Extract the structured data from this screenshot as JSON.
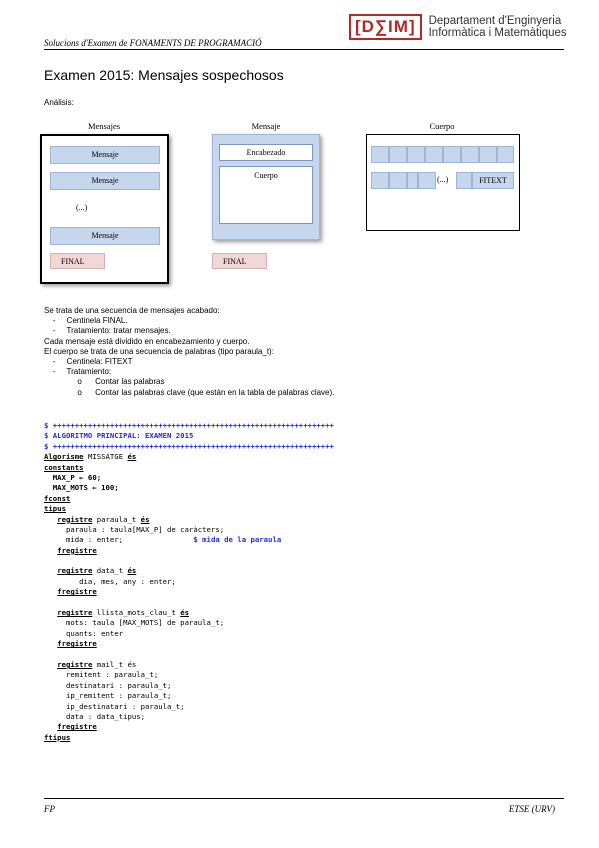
{
  "header": {
    "left_text": "Solucions d'Examen de FONAMENTS DE PROGRAMACIÓ",
    "logo_mark": "[D∑IM]",
    "logo_line1": "Departament d'Enginyeria",
    "logo_line2": "Informàtica i Matemàtiques"
  },
  "title": "Examen 2015: Mensajes sospechosos",
  "analisis_label": "Análisis:",
  "diagram": {
    "mensajes": {
      "label": "Mensajes",
      "items": [
        "Mensaje",
        "Mensaje",
        "(...)",
        "Mensaje"
      ],
      "final": "FINAL"
    },
    "mensaje": {
      "label": "Mensaje",
      "header": "Encabezado",
      "body": "Cuerpo",
      "final": "FINAL"
    },
    "cuerpo": {
      "label": "Cuerpo",
      "ellipsis": "(...)",
      "fitext": "FITEXT"
    }
  },
  "analysis_text": [
    "Se trata de una secuencia de mensajes acabado:",
    "    -     Centinela FINAL.",
    "    -     Tratamiento: tratar mensajes.",
    "Cada mensaje está dividido en encabezamiento y cuerpo.",
    "El cuerpo se trata de una secuencia de palabras (tipo paraula_t):",
    "    -     Centinela: FITEXT",
    "    -     Tratamiento:",
    "               o      Contar las palabras",
    "               o      Contar las palabras clave (que están en la tabla de palabras clave)."
  ],
  "code": {
    "sep1": "$ ++++++++++++++++++++++++++++++++++++++++++++++++++++++++++++++++",
    "banner": "$ ALGORITMO PRINCIPAL: EXAMEN 2015",
    "sep2": "$ ++++++++++++++++++++++++++++++++++++++++++++++++++++++++++++++++",
    "alg_kw": "Algorisme",
    "alg_name": " MISSATGE ",
    "alg_es": "és",
    "constants": "constants",
    "maxp": "  MAX_P ← 60;",
    "maxmots": "  MAX_MOTS ← 100;",
    "fconst": "fconst",
    "tipus": "tipus",
    "reg1_kw": "registre",
    "reg1_name": " paraula_t ",
    "reg1_es": "és",
    "reg1_f1": "     paraula : taula[MAX_P] de caràcters;",
    "reg1_f2": "     mida : enter;",
    "reg1_f2_cm": "$ mida de la paraula",
    "freg": "fregistre",
    "reg2_kw": "registre",
    "reg2_name": " data_t ",
    "reg2_es": "és",
    "reg2_f1": "        dia, mes, any : enter;",
    "reg3_kw": "registre",
    "reg3_name": " llista_mots_clau_t ",
    "reg3_es": "és",
    "reg3_f1": "     mots: taula [MAX_MOTS] de paraula_t;",
    "reg3_f2": "     quants: enter",
    "reg4_kw": "registre",
    "reg4_name": " mail_t és",
    "reg4_f1": "     remitent : paraula_t;",
    "reg4_f2": "     destinatari : paraula_t;",
    "reg4_f3": "     ip_remitent : paraula_t;",
    "reg4_f4": "     ip_destinatari : paraula_t;",
    "reg4_f5": "     data : data_tipus;",
    "ftipus": "ftipus"
  },
  "footer": {
    "left": "FP",
    "right": "ETSE (URV)"
  }
}
